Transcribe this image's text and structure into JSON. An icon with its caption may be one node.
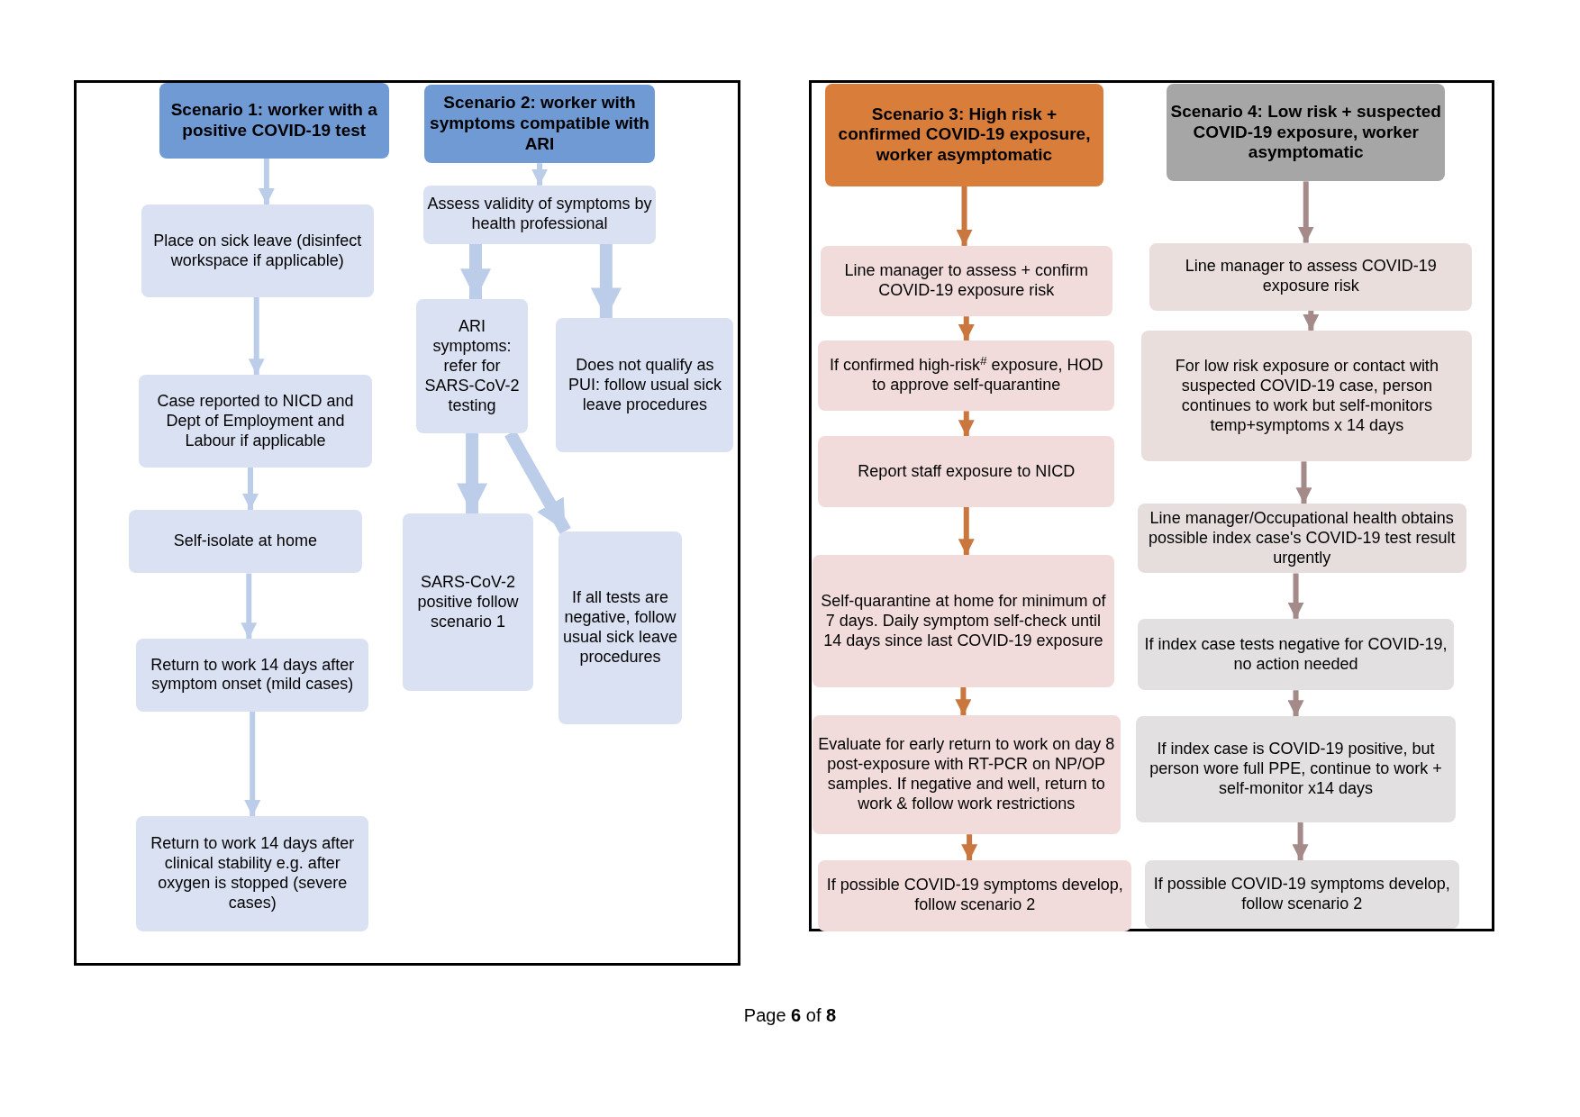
{
  "diagram": {
    "nodes": [
      {
        "text": [],
        "shape": "box"
      },
      {
        "text": [
          "Scenario 1: worker with a positive COVID-19 test"
        ],
        "in": 0
      },
      {
        "text": [
          "Scenario 2: worker with symptoms compatible with ARI"
        ],
        "in": 0
      },
      {
        "text": [
          "Place on sick leave (disinfect workspace if applicable)"
        ],
        "in": 0
      },
      {
        "text": [
          "Assess validity of symptoms by health professional"
        ],
        "in": 0
      },
      {
        "text": [
          "Case reported to NICD and Dept of Employment and Labour if applicable"
        ],
        "in": 0
      },
      {
        "text": [
          "ARI symptoms: refer for SARS-CoV-2 testing"
        ],
        "in": 0
      },
      {
        "text": [
          "Does not qualify as PUI: follow usual sick leave procedures"
        ],
        "in": 0
      },
      {
        "text": [
          "Self-isolate at home"
        ],
        "in": 0
      },
      {
        "text": [
          "SARS-CoV-2 positive follow scenario 1"
        ],
        "in": 0
      },
      {
        "text": [
          "If all tests are negative, follow usual sick leave procedures"
        ],
        "in": 0
      },
      {
        "text": [
          "Return to work 14 days after symptom onset (mild cases)"
        ],
        "in": 0
      },
      {
        "text": [
          "Return to work 14 days after clinical stability e.g. after oxygen is stopped (severe cases)"
        ],
        "in": 0
      },
      {
        "text": [],
        "shape": "box"
      },
      {
        "text": [
          "Scenario 3: High risk + confirmed COVID-19 exposure, worker asymptomatic"
        ],
        "in": 13
      },
      {
        "text": [
          "Scenario 4: Low risk + suspected COVID-19 exposure, worker asymptomatic"
        ],
        "in": 13
      },
      {
        "text": [
          "Line manager to assess + confirm COVID-19 exposure risk"
        ],
        "in": 13
      },
      {
        "text": [
          "If confirmed high-risk$^{#}$ exposure, HOD to approve self-quarantine"
        ],
        "in": 13
      },
      {
        "text": [
          "Report staff exposure to NICD"
        ],
        "in": 13
      },
      {
        "text": [
          "Self-quarantine at home for minimum of 7 days. Daily symptom self-check until 14 days since last COVID-19 exposure"
        ],
        "in": 13
      },
      {
        "text": [
          "Evaluate for early return to work on day 8 post-exposure with RT-PCR on NP/OP samples. If negative and well, return to work & follow work restrictions"
        ],
        "in": 13
      },
      {
        "text": [
          "If possible COVID-19 symptoms develop, follow scenario 2"
        ],
        "in": 13
      },
      {
        "text": [
          "Line manager to assess COVID-19 exposure risk"
        ],
        "in": 13
      },
      {
        "text": [
          "For low risk exposure or contact with suspected COVID-19 case, person continues to work but self-monitors temp+symptoms x 14 days"
        ],
        "in": 13
      },
      {
        "text": [
          "Line manager/Occupational health obtains possible index case's COVID-19 test result urgently"
        ],
        "in": 13
      },
      {
        "text": [
          "If index case tests negative for COVID-19, no action needed"
        ],
        "in": 13
      },
      {
        "text": [
          "If index case is COVID-19 positive, but person wore full PPE, continue to work + self-monitor x14 days"
        ],
        "in": 13
      },
      {
        "text": [
          "If possible COVID-19 symptoms develop, follow scenario 2"
        ],
        "in": 13
      }
    ],
    "edges": [
      {
        "from": 1,
        "to": 3,
        "arrow": "to"
      },
      {
        "from": 3,
        "to": 5,
        "arrow": "to"
      },
      {
        "from": 5,
        "to": 8,
        "arrow": "to"
      },
      {
        "from": 8,
        "to": 11,
        "arrow": "to"
      },
      {
        "from": 11,
        "to": 12,
        "arrow": "to"
      },
      {
        "from": 2,
        "to": 4,
        "arrow": "to"
      },
      {
        "from": 4,
        "to": 6,
        "arrow": "to",
        "style": "thick"
      },
      {
        "from": 4,
        "to": 7,
        "arrow": "to",
        "style": "thick"
      },
      {
        "from": 6,
        "to": 9,
        "arrow": "to",
        "style": "thick"
      },
      {
        "from": 6,
        "to": 10,
        "arrow": "to",
        "style": "thick"
      },
      {
        "from": 14,
        "to": 16,
        "arrow": "to",
        "color": "#c9763f"
      },
      {
        "from": 16,
        "to": 17,
        "arrow": "to",
        "color": "#c9763f"
      },
      {
        "from": 17,
        "to": 18,
        "arrow": "to",
        "color": "#c9763f"
      },
      {
        "from": 18,
        "to": 19,
        "arrow": "to",
        "color": "#c9763f"
      },
      {
        "from": 19,
        "to": 20,
        "arrow": "to",
        "color": "#c9763f"
      },
      {
        "from": 20,
        "to": 21,
        "arrow": "to",
        "color": "#c9763f"
      },
      {
        "from": 15,
        "to": 22,
        "arrow": "to",
        "color": "#a58a8a"
      },
      {
        "from": 22,
        "to": 23,
        "arrow": "to",
        "color": "#a58a8a"
      },
      {
        "from": 23,
        "to": 24,
        "arrow": "to",
        "color": "#a58a8a"
      },
      {
        "from": 24,
        "to": 25,
        "arrow": "to",
        "color": "#a58a8a"
      },
      {
        "from": 25,
        "to": 26,
        "arrow": "to",
        "color": "#a58a8a"
      },
      {
        "from": 26,
        "to": 27,
        "arrow": "to",
        "color": "#a58a8a"
      }
    ],
    "labels": [
      "Page **6** of **8**"
    ]
  }
}
